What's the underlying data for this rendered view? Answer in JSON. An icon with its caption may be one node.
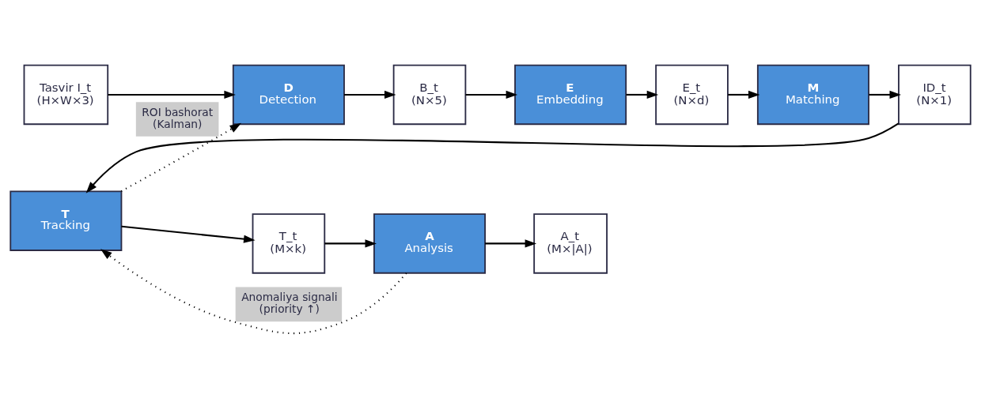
{
  "diagram": {
    "nodes": [
      {
        "text": [
          "Tasvir I_t",
          "(H×W×3)"
        ]
      },
      {
        "text": [
          "D",
          "Detection"
        ]
      },
      {
        "text": [
          "B_t",
          "(N×5)"
        ]
      },
      {
        "text": [
          "E",
          "Embedding"
        ]
      },
      {
        "text": [
          "E_t",
          "(N×d)"
        ]
      },
      {
        "text": [
          "M",
          "Matching"
        ]
      },
      {
        "text": [
          "ID_t",
          "(N×1)"
        ]
      },
      {
        "text": [
          "T",
          "Tracking"
        ]
      },
      {
        "text": [
          "T_t",
          "(M×k)"
        ]
      },
      {
        "text": [
          "A",
          "Analysis"
        ]
      },
      {
        "text": [
          "A_t",
          "(M×|A|)"
        ]
      }
    ],
    "edges": [
      {
        "from": 0,
        "to": 1,
        "arrow": "to"
      },
      {
        "from": 1,
        "to": 2,
        "arrow": "to"
      },
      {
        "from": 2,
        "to": 3,
        "arrow": "to"
      },
      {
        "from": 3,
        "to": 4,
        "arrow": "to"
      },
      {
        "from": 4,
        "to": 5,
        "arrow": "to"
      },
      {
        "from": 5,
        "to": 6,
        "arrow": "to"
      },
      {
        "from": 6,
        "to": 7,
        "arrow": "to"
      },
      {
        "from": 7,
        "to": 1,
        "arrow": "to",
        "label": "ROI bashorat (Kalman)",
        "style": "dashed"
      },
      {
        "from": 7,
        "to": 8,
        "arrow": "to"
      },
      {
        "from": 8,
        "to": 9,
        "arrow": "to"
      },
      {
        "from": 9,
        "to": 10,
        "arrow": "to"
      },
      {
        "from": 9,
        "to": 7,
        "arrow": "to",
        "label": "Anomaliya signali (priority ↑)",
        "style": "dashed"
      }
    ]
  }
}
